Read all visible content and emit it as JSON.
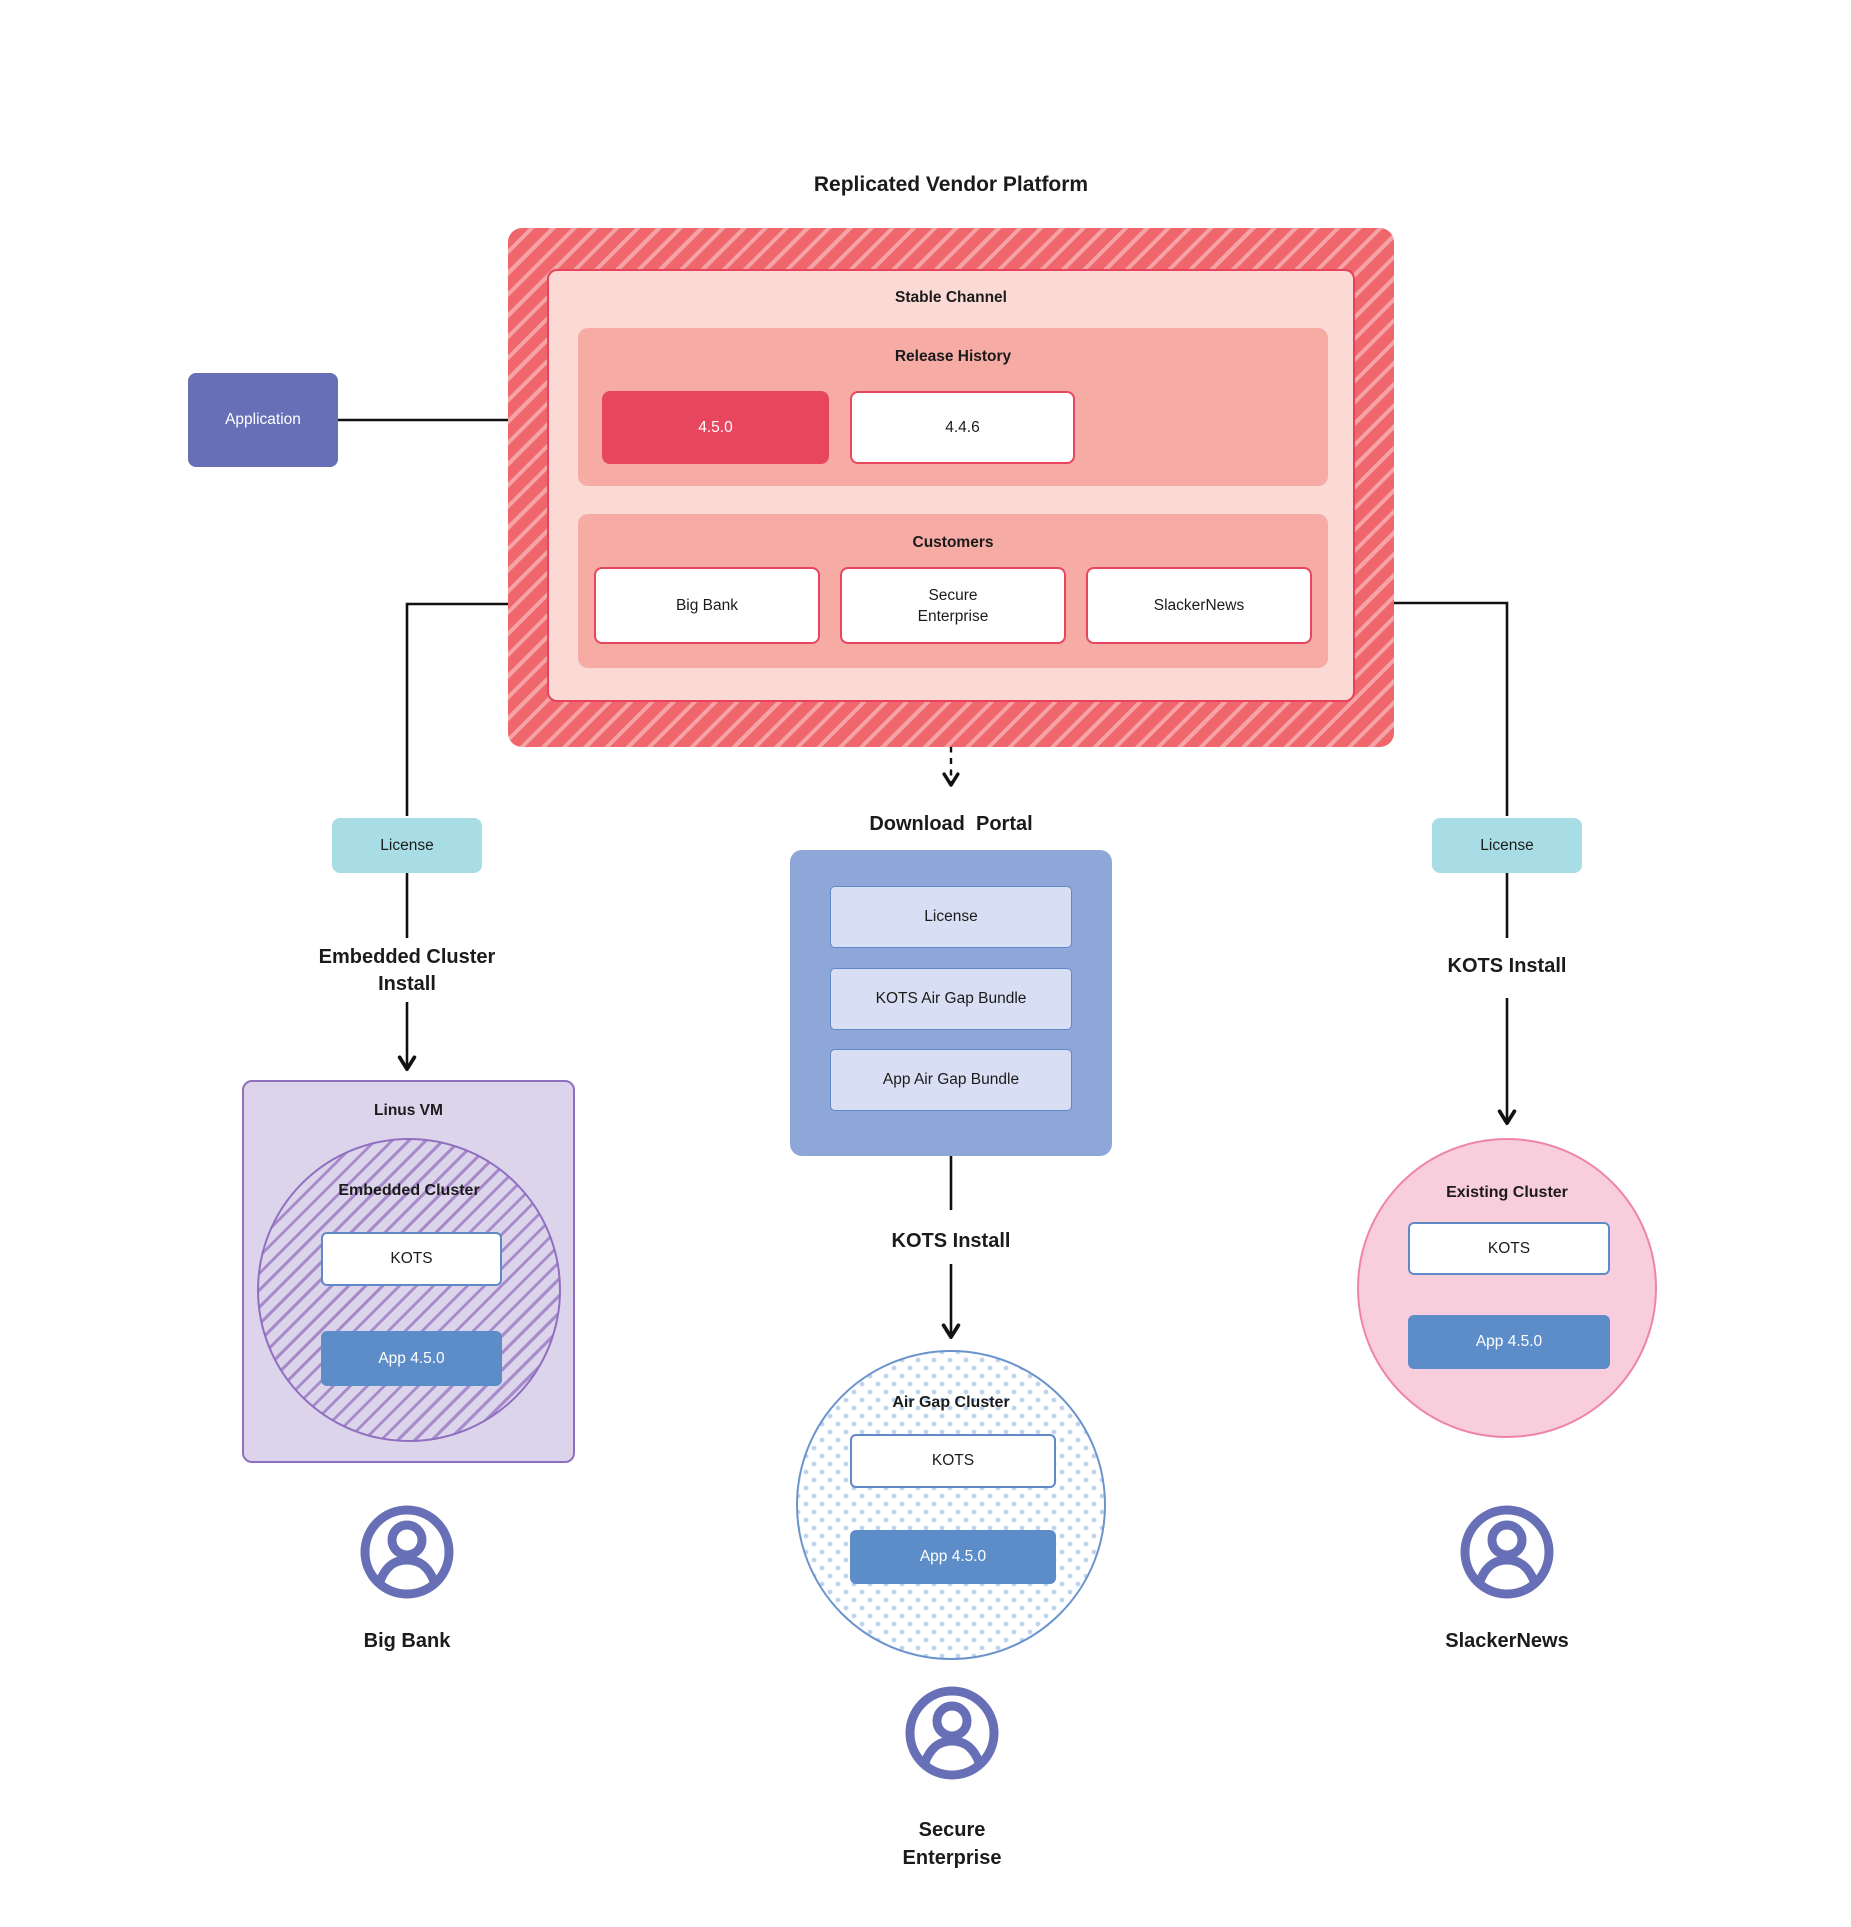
{
  "title": "Replicated Vendor Platform",
  "application": {
    "label": "Application"
  },
  "platform": {
    "stable_channel": {
      "label": "Stable Channel"
    },
    "release_history": {
      "label": "Release History",
      "releases": [
        {
          "version": "4.5.0"
        },
        {
          "version": "4.4.6"
        }
      ]
    },
    "customers": {
      "label": "Customers",
      "items": [
        "Big Bank",
        "Secure Enterprise",
        "SlackerNews"
      ]
    }
  },
  "download_portal": {
    "title": "Download  Portal",
    "items": [
      "License",
      "KOTS Air Gap Bundle",
      "App Air Gap Bundle"
    ],
    "install_label": "KOTS Install"
  },
  "left_branch": {
    "license_label": "License",
    "install_label": "Embedded Cluster Install",
    "vm_label": "Linus VM",
    "cluster_label": "Embedded Cluster",
    "kots_label": "KOTS",
    "app_label": "App 4.5.0",
    "customer_label": "Big Bank"
  },
  "middle_branch": {
    "cluster_label": "Air Gap Cluster",
    "kots_label": "KOTS",
    "app_label": "App 4.5.0",
    "customer_label": "Secure Enterprise"
  },
  "right_branch": {
    "license_label": "License",
    "install_label": "KOTS Install",
    "cluster_label": "Existing Cluster",
    "kots_label": "KOTS",
    "app_label": "App 4.5.0",
    "customer_label": "SlackerNews"
  },
  "colors": {
    "platform_hatch_dark": "#EF676D",
    "platform_hatch_light": "#F5A3A5",
    "stable_channel_fill": "#FBD9D4",
    "stable_channel_border": "#E8425C",
    "section_fill": "#F6ABA4",
    "release_highlight_fill": "#E8455E",
    "node_border_red": "#E8455E",
    "application_fill": "#6770B6",
    "license_fill": "#A9DDE6",
    "portal_fill": "#8EA7D8",
    "portal_item_fill": "#D8DEF3",
    "blue_border": "#5F8AC7",
    "app_node_fill": "#5C8DC8",
    "vm_fill": "#DCD4EB",
    "vm_border": "#8F6FC0",
    "vm_hatch_line": "#A78BCB",
    "airgap_dot": "#BFD3EC",
    "existing_cluster_fill": "#F9CEDC",
    "existing_cluster_border": "#EE85A4",
    "user_icon": "#6770B6",
    "text": "#1B1B1B"
  }
}
